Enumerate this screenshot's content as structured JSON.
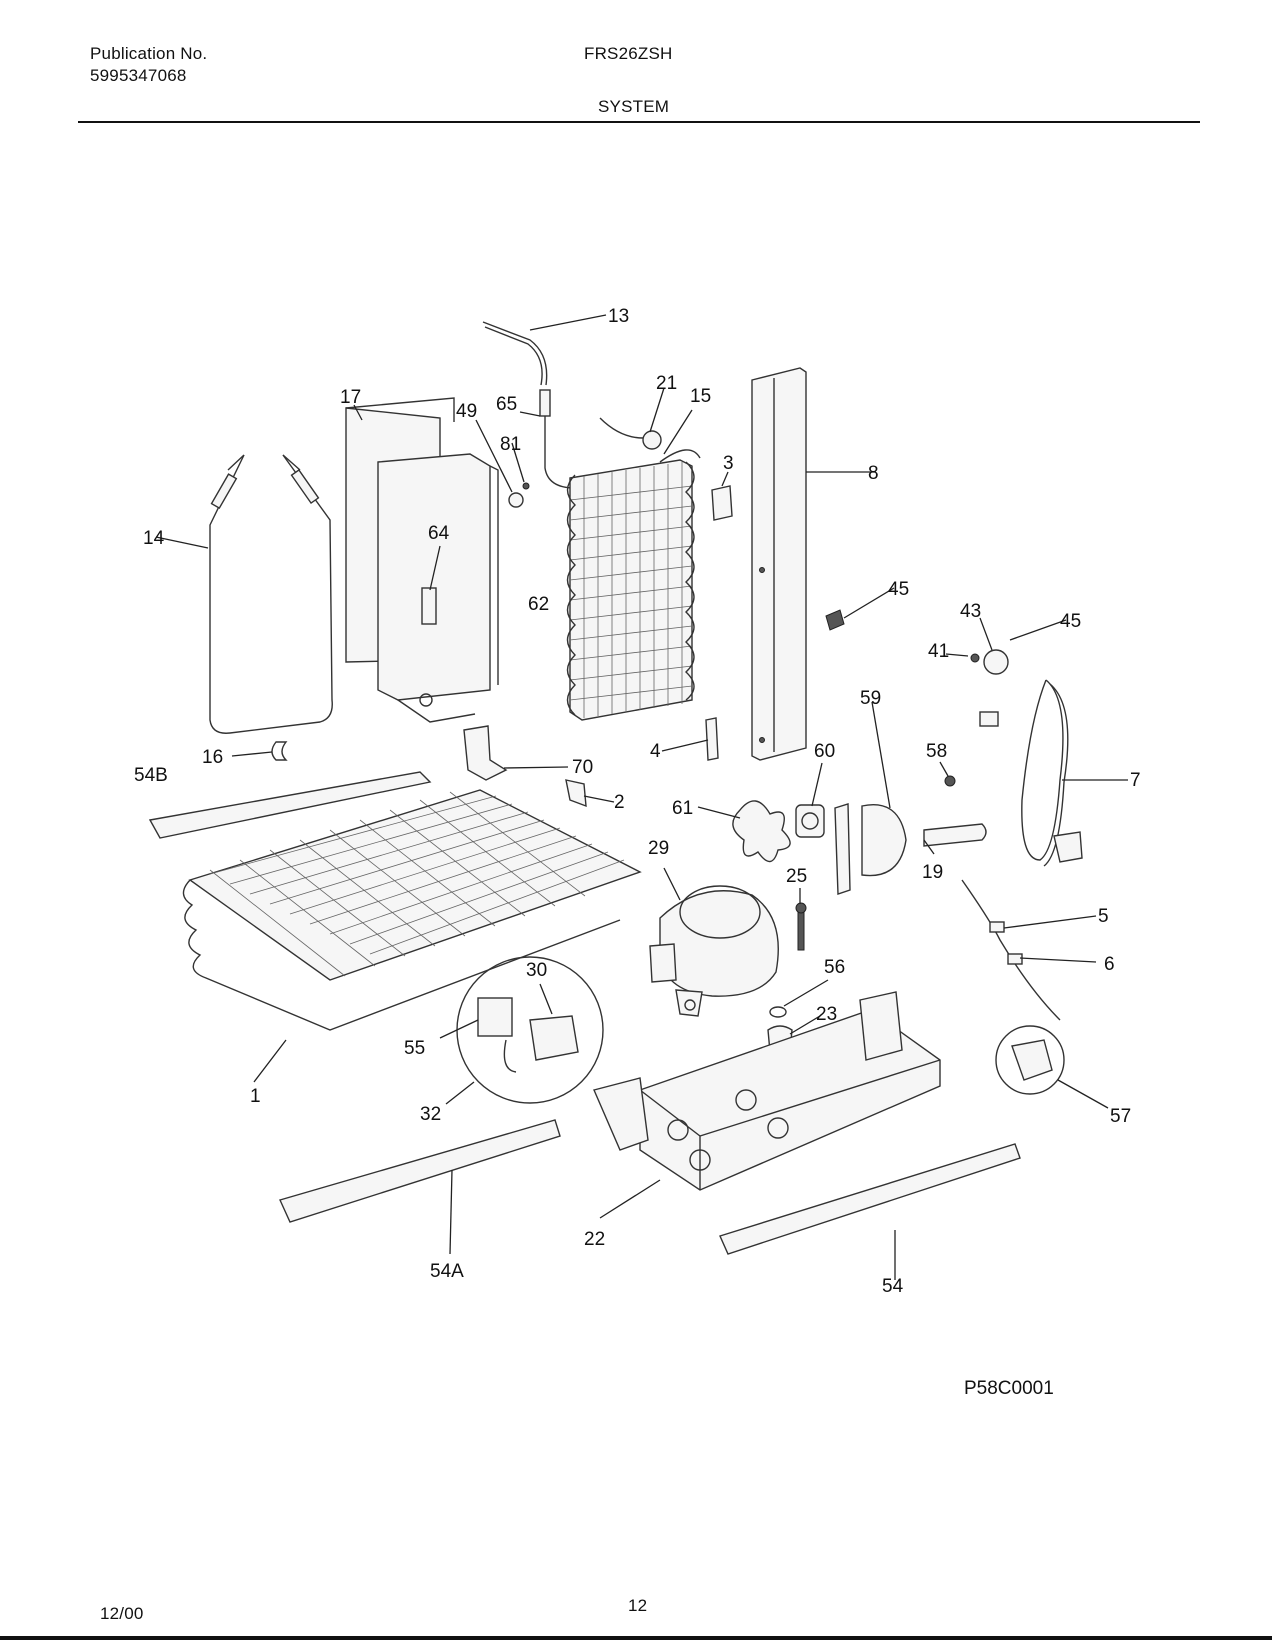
{
  "header": {
    "publication_label": "Publication No.",
    "publication_number": "5995347068",
    "model": "FRS26ZSH",
    "section": "SYSTEM"
  },
  "diagram": {
    "callouts": [
      "13",
      "17",
      "49",
      "65",
      "21",
      "15",
      "81",
      "3",
      "8",
      "14",
      "64",
      "62",
      "45",
      "43",
      "45",
      "41",
      "59",
      "7",
      "16",
      "70",
      "4",
      "60",
      "58",
      "54B",
      "2",
      "61",
      "29",
      "19",
      "25",
      "5",
      "30",
      "56",
      "6",
      "23",
      "55",
      "1",
      "32",
      "57",
      "22",
      "54A",
      "54"
    ],
    "figure_code": "P58C0001"
  },
  "footer": {
    "date": "12/00",
    "page": "12"
  }
}
